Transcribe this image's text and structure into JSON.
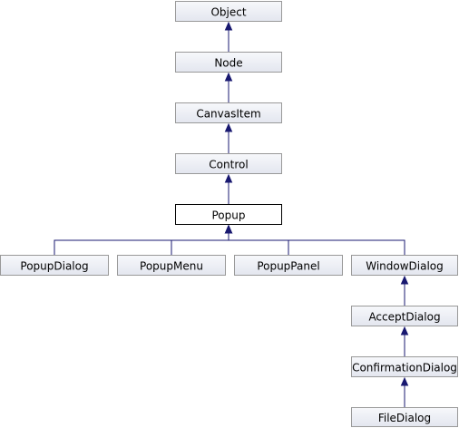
{
  "diagram": {
    "nodes": [
      {
        "id": "object",
        "label": "Object",
        "highlight": false
      },
      {
        "id": "node",
        "label": "Node",
        "highlight": false
      },
      {
        "id": "canvasitem",
        "label": "CanvasItem",
        "highlight": false
      },
      {
        "id": "control",
        "label": "Control",
        "highlight": false
      },
      {
        "id": "popup",
        "label": "Popup",
        "highlight": true
      },
      {
        "id": "popupdialog",
        "label": "PopupDialog",
        "highlight": false
      },
      {
        "id": "popupmenu",
        "label": "PopupMenu",
        "highlight": false
      },
      {
        "id": "popuppanel",
        "label": "PopupPanel",
        "highlight": false
      },
      {
        "id": "windowdialog",
        "label": "WindowDialog",
        "highlight": false
      },
      {
        "id": "acceptdialog",
        "label": "AcceptDialog",
        "highlight": false
      },
      {
        "id": "confirmationdialog",
        "label": "ConfirmationDialog",
        "highlight": false
      },
      {
        "id": "filedialog",
        "label": "FileDialog",
        "highlight": false
      }
    ],
    "edges": [
      {
        "from": "node",
        "to": "object"
      },
      {
        "from": "canvasitem",
        "to": "node"
      },
      {
        "from": "control",
        "to": "canvasitem"
      },
      {
        "from": "popup",
        "to": "control"
      },
      {
        "from": "popupdialog",
        "to": "popup"
      },
      {
        "from": "popupmenu",
        "to": "popup"
      },
      {
        "from": "popuppanel",
        "to": "popup"
      },
      {
        "from": "windowdialog",
        "to": "popup"
      },
      {
        "from": "acceptdialog",
        "to": "windowdialog"
      },
      {
        "from": "confirmationdialog",
        "to": "acceptdialog"
      },
      {
        "from": "filedialog",
        "to": "confirmationdialog"
      }
    ],
    "colors": {
      "edge": "#191970",
      "node_border": "#999999",
      "node_fill_top": "#f7f8fb",
      "node_fill_bottom": "#e3e6ef",
      "highlight_border": "#000000",
      "highlight_fill": "#ffffff"
    }
  }
}
